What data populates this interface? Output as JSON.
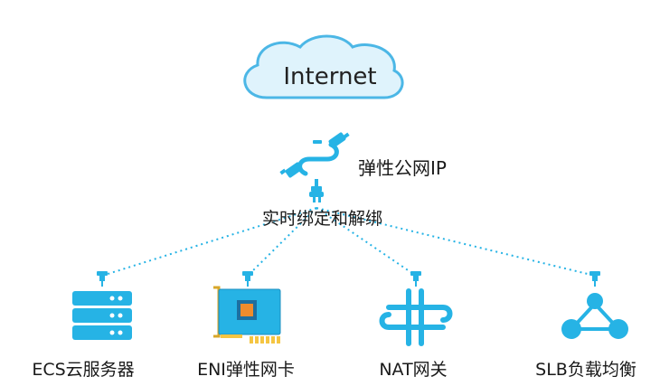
{
  "cloud": {
    "label": "Internet"
  },
  "eip": {
    "label": "弹性公网IP",
    "icon": "cable-connector-icon"
  },
  "binding": {
    "label": "实时绑定和解绑"
  },
  "nodes": [
    {
      "label": "ECS云服务器",
      "icon": "server-stack-icon"
    },
    {
      "label": "ENI弹性网卡",
      "icon": "network-card-icon"
    },
    {
      "label": "NAT网关",
      "icon": "nat-gateway-icon"
    },
    {
      "label": "SLB负载均衡",
      "icon": "load-balancer-icon"
    }
  ],
  "colors": {
    "accent": "#26b3e5",
    "cloud_fill": "#dff3fc",
    "cloud_stroke": "#4cb7e6",
    "card_yellow": "#f5c542",
    "chip_orange": "#f08c2c",
    "line": "#26b3e5"
  }
}
